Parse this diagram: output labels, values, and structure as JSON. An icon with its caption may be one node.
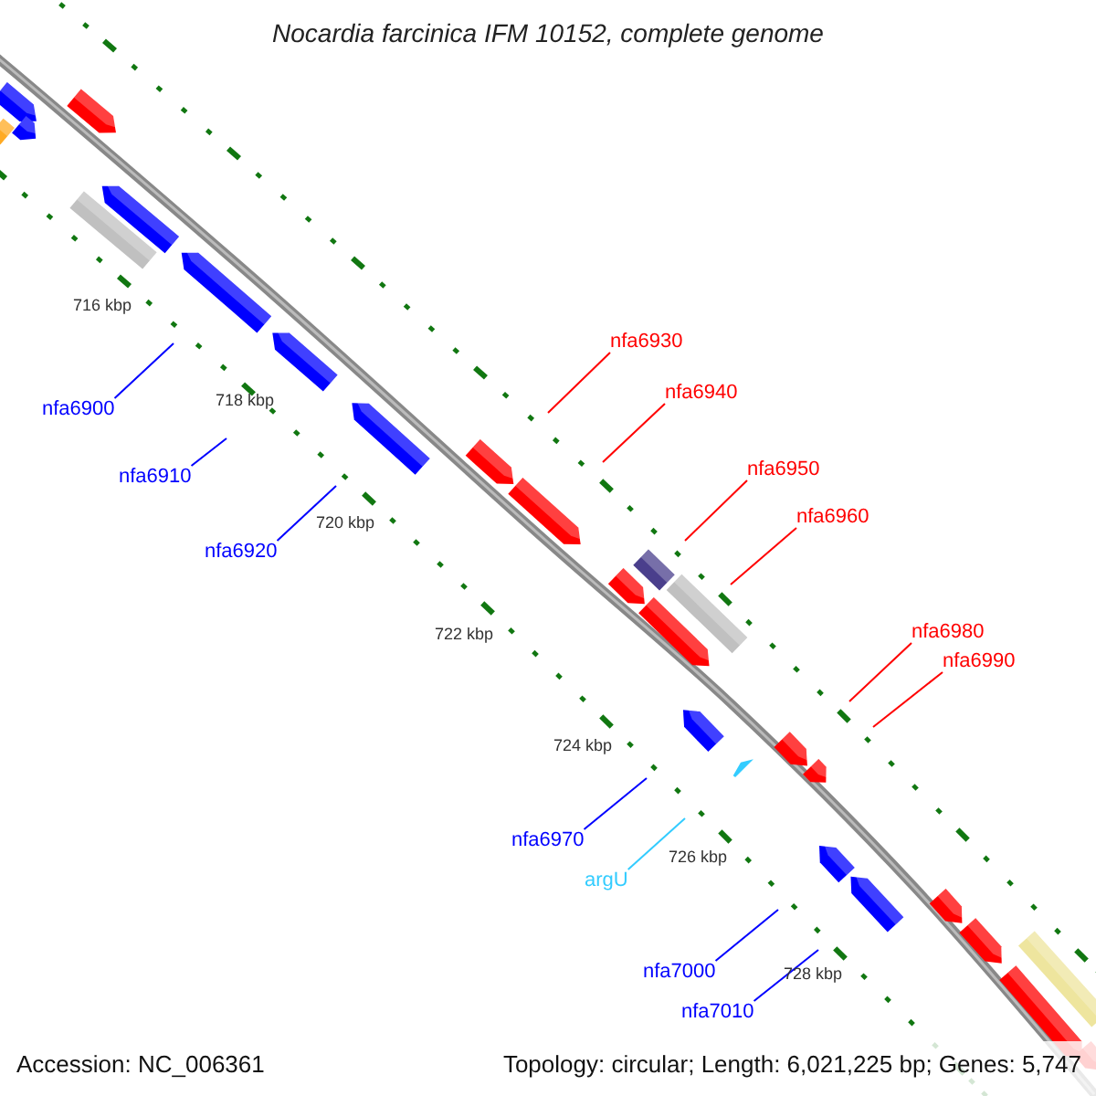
{
  "diagram": {
    "title": "Nocardia farcinica IFM 10152, complete genome",
    "nodes": [
      {
        "text": [
          "nfa6930"
        ]
      },
      {
        "text": [
          "nfa6940"
        ]
      },
      {
        "text": [
          "nfa6950"
        ]
      },
      {
        "text": [
          "nfa6960"
        ]
      },
      {
        "text": [
          "nfa6980"
        ]
      },
      {
        "text": [
          "nfa6990"
        ]
      },
      {
        "text": [
          "nfa6900"
        ]
      },
      {
        "text": [
          "nfa6910"
        ]
      },
      {
        "text": [
          "nfa6920"
        ]
      },
      {
        "text": [
          "nfa6970"
        ]
      },
      {
        "text": [
          "argU"
        ]
      },
      {
        "text": [
          "nfa7000"
        ]
      },
      {
        "text": [
          "nfa7010"
        ]
      }
    ],
    "edges": [
      {
        "from": 0,
        "to": null,
        "arrow": "none",
        "color": "#ff0000"
      },
      {
        "from": 1,
        "to": null,
        "arrow": "none",
        "color": "#ff0000"
      },
      {
        "from": 2,
        "to": null,
        "arrow": "none",
        "color": "#ff0000"
      },
      {
        "from": 3,
        "to": null,
        "arrow": "none",
        "color": "#ff0000"
      },
      {
        "from": 4,
        "to": null,
        "arrow": "none",
        "color": "#ff0000"
      },
      {
        "from": 5,
        "to": null,
        "arrow": "none",
        "color": "#ff0000"
      },
      {
        "from": 6,
        "to": null,
        "arrow": "none",
        "color": "#0000ff"
      },
      {
        "from": 7,
        "to": null,
        "arrow": "none",
        "color": "#0000ff"
      },
      {
        "from": 8,
        "to": null,
        "arrow": "none",
        "color": "#0000ff"
      },
      {
        "from": 9,
        "to": null,
        "arrow": "none",
        "color": "#0000ff"
      },
      {
        "from": 10,
        "to": null,
        "arrow": "none",
        "color": "#33ccff"
      },
      {
        "from": 11,
        "to": null,
        "arrow": "none",
        "color": "#0000ff"
      },
      {
        "from": 12,
        "to": null,
        "arrow": "none",
        "color": "#0000ff"
      }
    ],
    "labels": [
      "716 kbp",
      "718 kbp",
      "720 kbp",
      "722 kbp",
      "724 kbp",
      "726 kbp",
      "728 kbp",
      "Accession: NC_006361",
      "Topology: circular; Length: 6,021,225 bp; Genes: 5,747"
    ]
  }
}
